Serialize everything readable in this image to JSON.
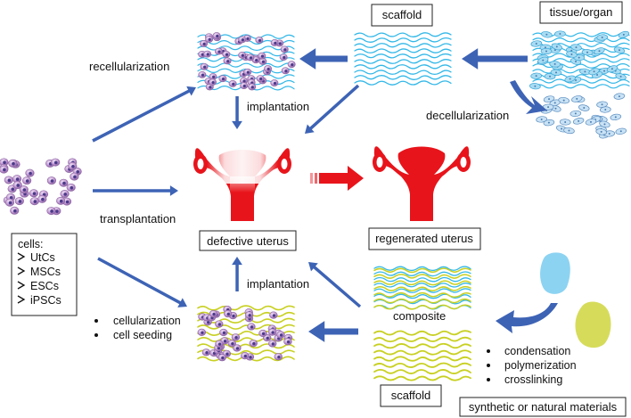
{
  "labels": {
    "scaffold_top": "scaffold",
    "tissue_organ": "tissue/organ",
    "recellularization": "recellularization",
    "implantation_top": "implantation",
    "decellularization": "decellularization",
    "transplantation": "transplantation",
    "defective_uterus": "defective uterus",
    "regenerated_uterus": "regenerated uterus",
    "implantation_bottom": "implantation",
    "composite": "composite",
    "scaffold_bottom": "scaffold",
    "synthetic_natural": "synthetic or natural materials"
  },
  "cells_box": {
    "title": "cells:",
    "items": [
      "UtCs",
      "MSCs",
      "ESCs",
      "iPSCs"
    ]
  },
  "seeding_list": [
    "cellularization",
    "cell seeding"
  ],
  "process_list": [
    "condensation",
    "polymerization",
    "crosslinking"
  ],
  "colors": {
    "arrow": "#3d63b5",
    "uterus": "#e8141b",
    "scaffold_blue": "#33b8e8",
    "fiber_yellow": "#c8d020",
    "cell_purple": "#b889c9",
    "nucleus": "#4a3a8a",
    "blob_blue": "#8cd3f2",
    "blob_yellow": "#d6dc5a"
  }
}
